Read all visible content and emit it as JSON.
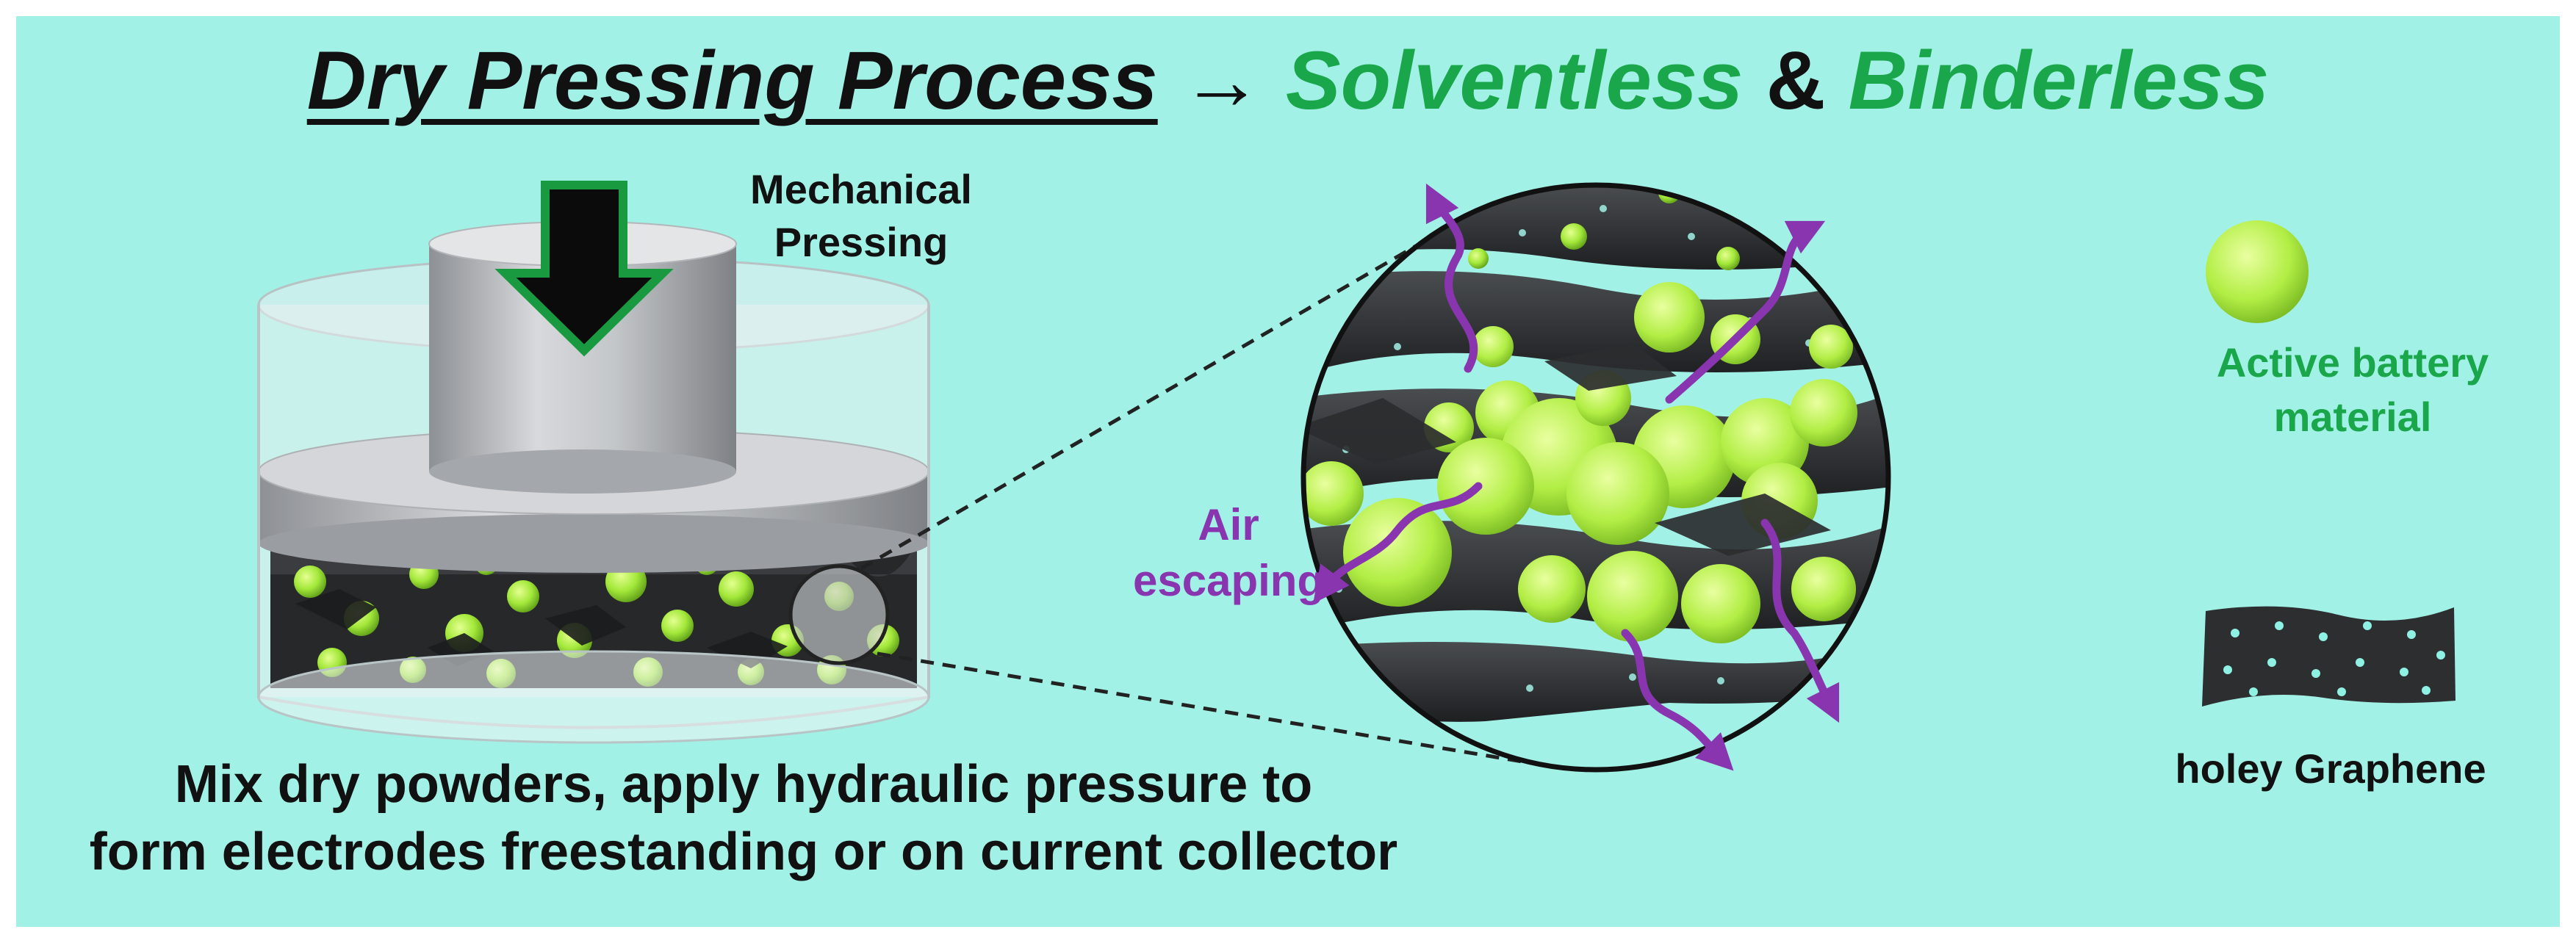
{
  "title": {
    "main": "Dry Pressing Process",
    "arrow": "→",
    "solventless": "Solventless",
    "ampersand": "&",
    "binderless": "Binderless"
  },
  "press_label": {
    "line1": "Mechanical",
    "line2": "Pressing"
  },
  "air_label": {
    "line1": "Air",
    "line2": "escaping"
  },
  "legend": {
    "active": {
      "line1": "Active battery",
      "line2": "material"
    },
    "graphene": "holey Graphene"
  },
  "caption": {
    "line1": "Mix dry powders, apply hydraulic pressure to",
    "line2": "form electrodes freestanding or on current collector"
  },
  "colors": {
    "background": "#a2f1e6",
    "accent_green": "#1aa64a",
    "sphere_green": "#9fe83a",
    "air_purple": "#8a35b0",
    "graphene": "#2b2d2f"
  }
}
